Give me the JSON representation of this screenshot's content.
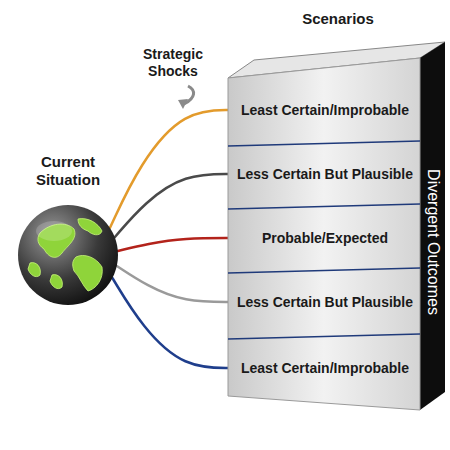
{
  "diagram": {
    "nodes": [
      {
        "text": [
          "Current Situation"
        ]
      },
      {
        "text": [
          "Scenarios",
          "Divergent Outcomes"
        ]
      },
      {
        "text": [
          "Least Certain/Improbable"
        ],
        "in": 1
      },
      {
        "text": [
          "Less Certain But Plausible"
        ],
        "in": 1
      },
      {
        "text": [
          "Probable/Expected"
        ],
        "in": 1
      },
      {
        "text": [
          "Less Certain But Plausible"
        ],
        "in": 1
      },
      {
        "text": [
          "Least Certain/Improbable"
        ],
        "in": 1
      }
    ],
    "edges": [
      {
        "from": 0,
        "to": 2,
        "arrow": "none"
      },
      {
        "from": 0,
        "to": 3,
        "arrow": "none"
      },
      {
        "from": 0,
        "to": 4,
        "arrow": "none"
      },
      {
        "from": 0,
        "to": 5,
        "arrow": "none"
      },
      {
        "from": 0,
        "to": 6,
        "arrow": "none"
      }
    ],
    "labels": [
      "Strategic Shocks"
    ]
  }
}
